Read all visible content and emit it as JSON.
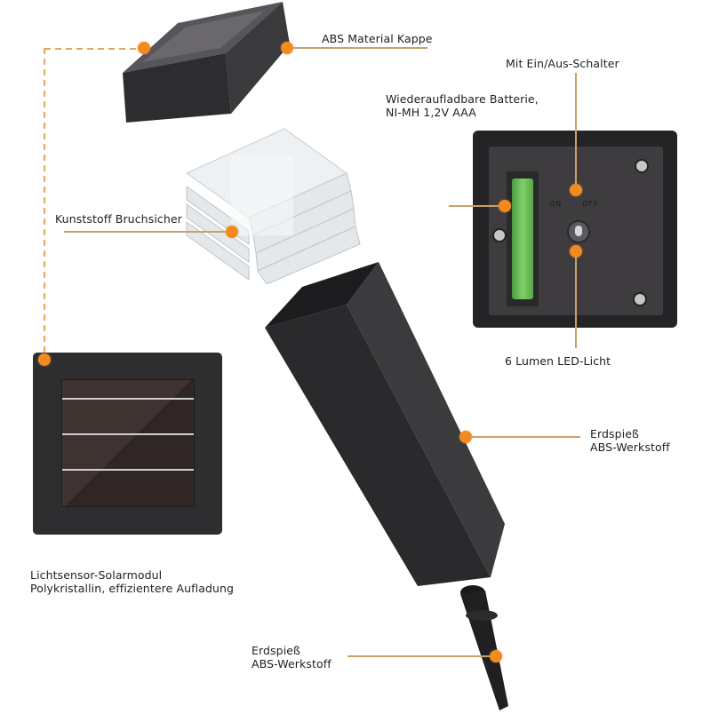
{
  "diagram": {
    "type": "exploded-product-view",
    "accent_color": "#f28a1f",
    "line_color": "#c8a06a",
    "callouts": [
      {
        "id": "cap",
        "text": [
          "ABS Material Kappe"
        ]
      },
      {
        "id": "switch",
        "text": [
          "Mit Ein/Aus-Schalter"
        ]
      },
      {
        "id": "battery",
        "text": [
          "Wiederaufladbare Batterie,",
          "NI-MH 1,2V AAA"
        ]
      },
      {
        "id": "diffuser",
        "text": [
          "Kunststoff Bruchsicher"
        ]
      },
      {
        "id": "led",
        "text": [
          "6 Lumen LED-Licht"
        ]
      },
      {
        "id": "stake-tube",
        "text": [
          "Erdspieß",
          "ABS-Werkstoff"
        ]
      },
      {
        "id": "solar",
        "text": [
          "Lichtsensor-Solarmodul",
          "Polykristallin, effizientere Aufladung"
        ]
      },
      {
        "id": "spike",
        "text": [
          "Erdspieß",
          "ABS-Werkstoff"
        ]
      }
    ],
    "switch_markings": {
      "on": "ON",
      "off": "OFF"
    },
    "colors": {
      "housing": "#2b2b2d",
      "panel": "#3d3b3c",
      "solar_cell": "#3a2f2e",
      "battery": "#6fbf5a",
      "clear_plastic": "#e8ecef"
    }
  }
}
